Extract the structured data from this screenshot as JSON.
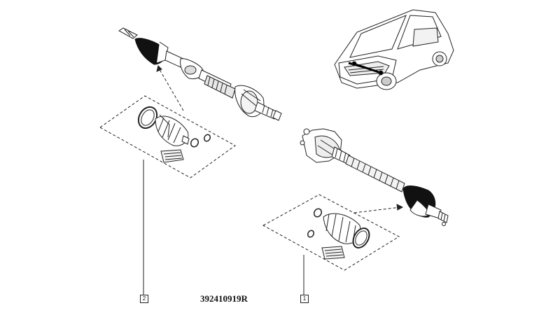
{
  "diagram": {
    "part_number": "392410919R",
    "callouts": [
      {
        "id": "left-kit",
        "label": "2"
      },
      {
        "id": "right-kit",
        "label": "1"
      }
    ],
    "components": [
      "left-drive-shaft",
      "right-drive-shaft",
      "left-boot-repair-kit",
      "right-boot-repair-kit",
      "vehicle-locator"
    ],
    "colors": {
      "line": "#222222",
      "boot": "#111111",
      "paper": "#ffffff"
    }
  }
}
